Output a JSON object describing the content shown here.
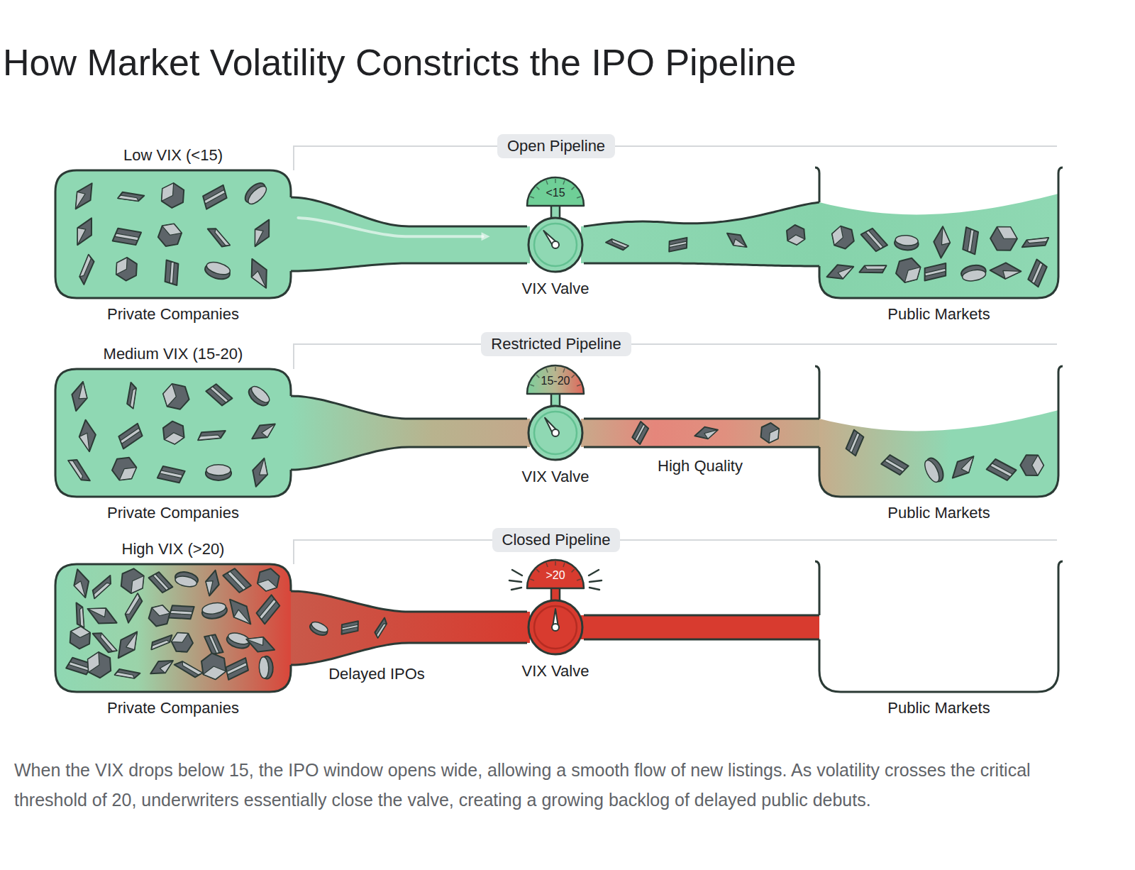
{
  "diagram": {
    "title": "How Market Volatility Constricts the IPO Pipeline",
    "caption": "When the VIX drops below 15, the IPO window opens wide, allowing a smooth flow of new listings. As volatility crosses the critical threshold of 20, underwriters essentially close the valve, creating a growing backlog of delayed public debuts.",
    "nodes": [
      {
        "text": [
          "Low VIX (<15)",
          "Private Companies"
        ]
      },
      {
        "text": [
          "Open Pipeline"
        ]
      },
      {
        "text": [
          "<15",
          "VIX Valve"
        ]
      },
      {
        "text": [
          "Public Markets"
        ]
      },
      {
        "text": [
          "Medium VIX (15-20)",
          "Private Companies"
        ]
      },
      {
        "text": [
          "Restricted Pipeline"
        ]
      },
      {
        "text": [
          "15-20",
          "VIX Valve"
        ]
      },
      {
        "text": [
          "Public Markets"
        ]
      },
      {
        "text": [
          "High VIX (>20)",
          "Private Companies"
        ]
      },
      {
        "text": [
          "Closed Pipeline"
        ]
      },
      {
        "text": [
          ">20",
          "VIX Valve"
        ]
      },
      {
        "text": [
          "Public Markets"
        ]
      }
    ],
    "edges": [
      {
        "from": 0,
        "to": 2,
        "arrow": "none"
      },
      {
        "from": 2,
        "to": 3,
        "arrow": "none"
      },
      {
        "from": 4,
        "to": 6,
        "arrow": "none"
      },
      {
        "from": 6,
        "to": 7,
        "arrow": "none"
      },
      {
        "from": 8,
        "to": 10,
        "arrow": "none"
      },
      {
        "from": 10,
        "to": 11,
        "arrow": "none"
      }
    ],
    "labels": [
      "High Quality",
      "Delayed IPOs"
    ]
  }
}
